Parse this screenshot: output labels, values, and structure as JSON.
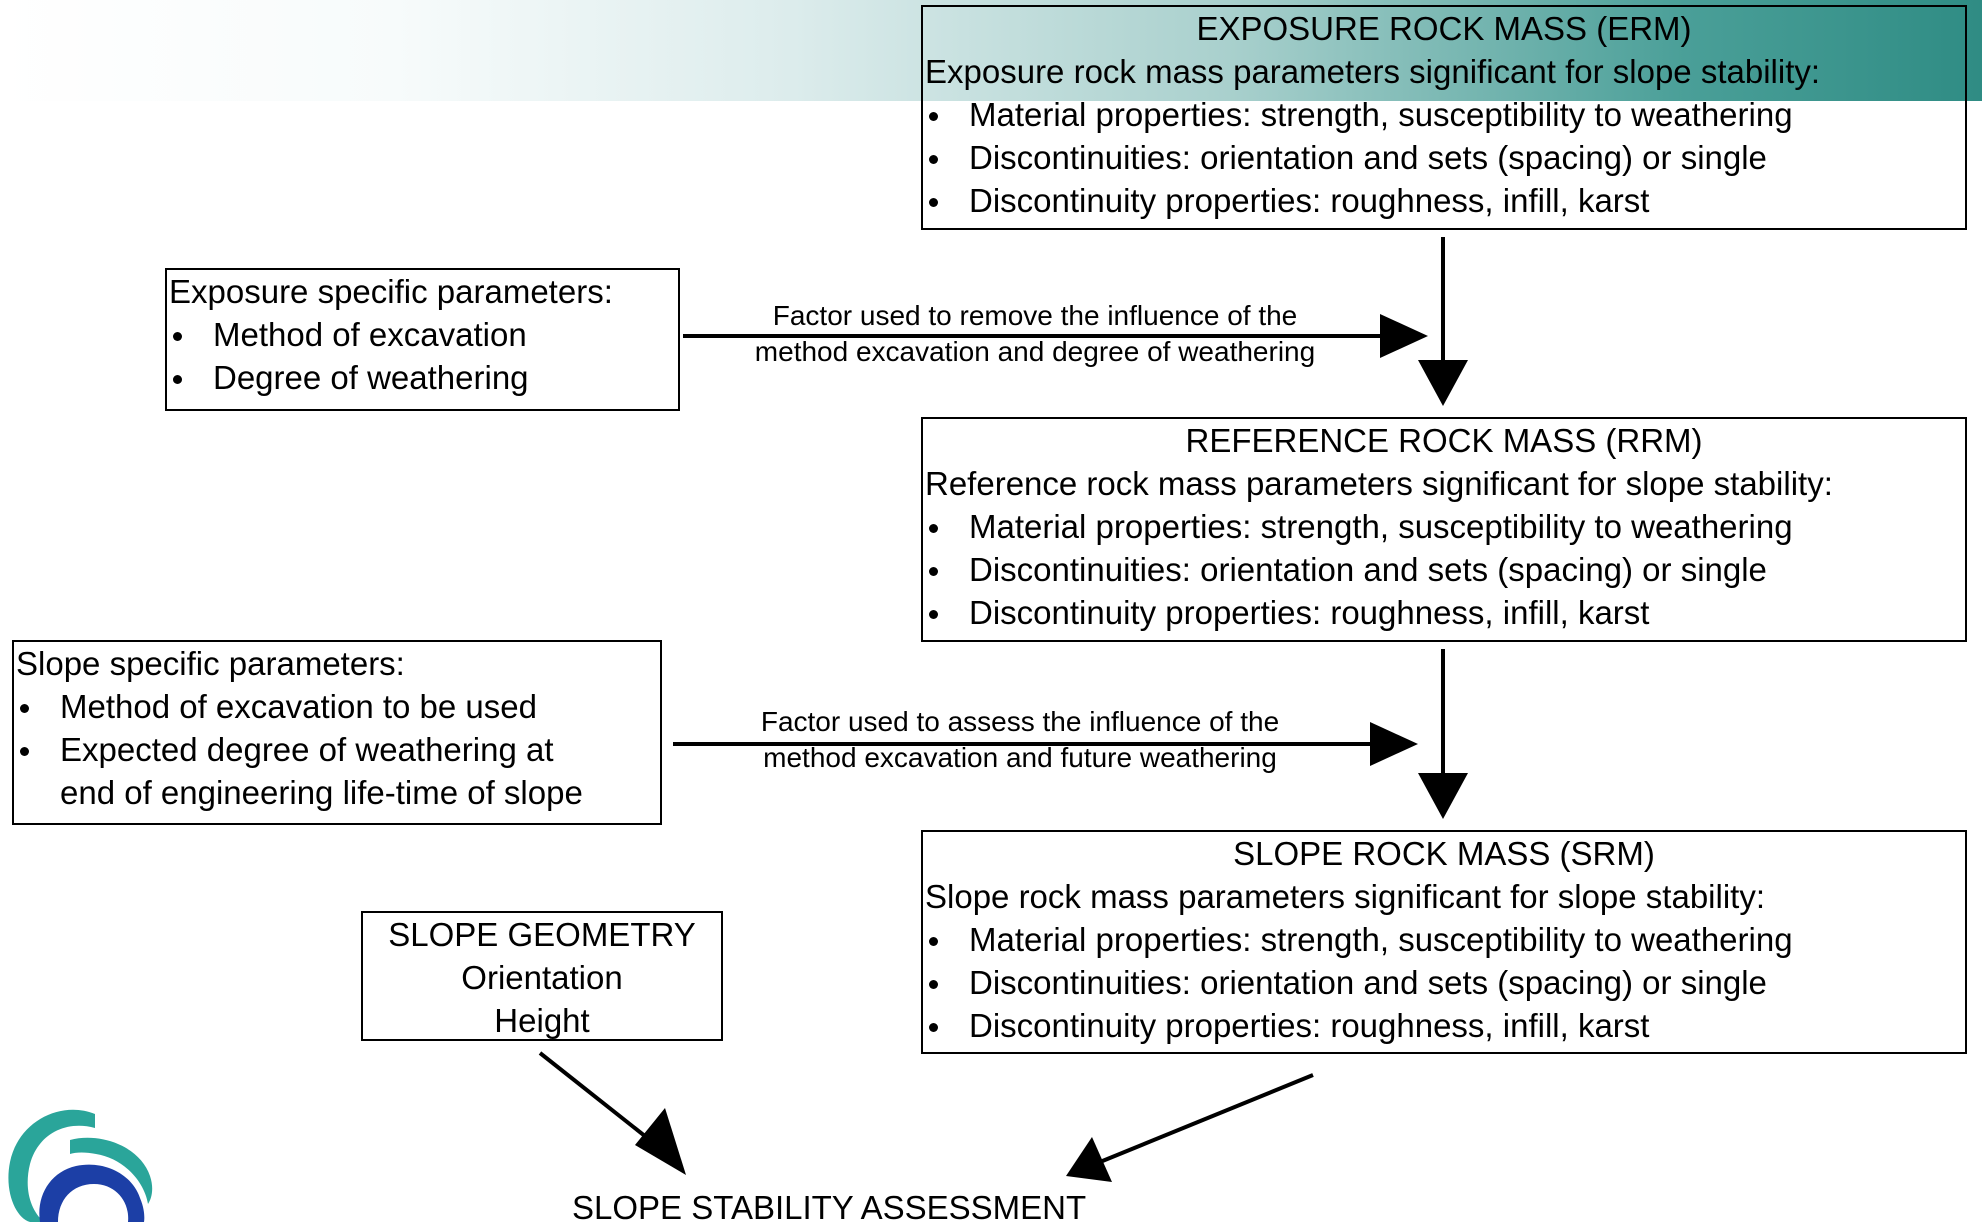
{
  "erm": {
    "title": "EXPOSURE ROCK MASS (ERM)",
    "subtitle": "Exposure rock mass parameters significant for slope stability:",
    "items": [
      "Material properties: strength, susceptibility to weathering",
      "Discontinuities: orientation and sets (spacing) or single",
      "Discontinuity properties: roughness, infill, karst"
    ]
  },
  "exposure_specific": {
    "title": "Exposure specific parameters:",
    "items": [
      "Method of excavation",
      "Degree of weathering"
    ]
  },
  "factor_remove": {
    "line1": "Factor used to remove the influence of the",
    "line2": "method excavation and degree of weathering"
  },
  "rrm": {
    "title": "REFERENCE ROCK MASS (RRM)",
    "subtitle": "Reference rock mass parameters significant for slope stability:",
    "items": [
      "Material properties: strength, susceptibility to weathering",
      "Discontinuities: orientation and sets (spacing) or single",
      "Discontinuity properties: roughness, infill, karst"
    ]
  },
  "slope_specific": {
    "title": "Slope specific parameters:",
    "items": [
      "Method of excavation to be used",
      "Expected degree of weathering at"
    ],
    "continuation": "end of engineering life-time of slope"
  },
  "factor_assess": {
    "line1": "Factor used to assess the influence of the",
    "line2": "method excavation and future weathering"
  },
  "srm": {
    "title": "SLOPE ROCK MASS (SRM)",
    "subtitle": "Slope rock mass parameters significant for slope stability:",
    "items": [
      "Material properties: strength, susceptibility to weathering",
      "Discontinuities: orientation and sets (spacing) or single",
      "Discontinuity properties: roughness, infill, karst"
    ]
  },
  "geometry": {
    "title": "SLOPE GEOMETRY",
    "line1": "Orientation",
    "line2": "Height"
  },
  "final": {
    "label": "SLOPE STABILITY ASSESSMENT"
  },
  "colors": {
    "banner_start": "#ffffff",
    "banner_end": "#2f8c84",
    "logo_teal": "#2aa59a",
    "logo_blue": "#1c3fa6"
  }
}
